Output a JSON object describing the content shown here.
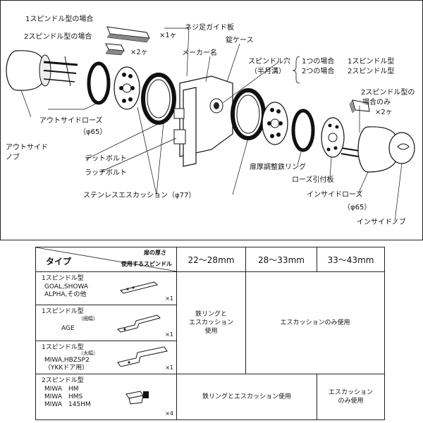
{
  "labels": {
    "one_spindle_case": "1スピンドル型の場合",
    "two_spindle_case": "2スピンドル型の場合",
    "qty_one": "×1ヶ",
    "qty_two": "×2ヶ",
    "screw_guide_plate": "ネジ足ガイド板",
    "maker_name": "メーカー名",
    "lock_case": "錠ケース",
    "spindle_hole": "スピンドル穴",
    "half_moon_groove": "（半月溝）",
    "one_case": "1つの場合",
    "two_case": "2つの場合",
    "one_spindle_type": "1スピンドル型",
    "two_spindle_type": "2スピンドル型",
    "two_spindle_only_1": "2スピンドル型の",
    "two_spindle_only_2": "場合のみ",
    "qty_two_right": "×2ヶ",
    "outside_rose": "アウトサイドローズ",
    "outside_rose_dia": "（φ65）",
    "outside_knob_1": "アウトサイド",
    "outside_knob_2": "ノブ",
    "dead_bolt": "デットボルト",
    "latch_bolt": "ラッチボルト",
    "stainless_escutcheon": "ステンレスエスカッション（φ77）",
    "door_thickness_ring": "扉厚調整鉄リング",
    "rose_plate": "ローズ引付板",
    "inside_rose": "インサイドローズ",
    "inside_rose_dia": "（φ65）",
    "inside_knob": "インサイドノブ"
  },
  "table": {
    "col_type": "タイプ",
    "col_door_thickness": "扉の厚さ",
    "col_spindle_used": "使用するスピンドル",
    "ranges": [
      "22〜28mm",
      "28〜33mm",
      "33〜43mm"
    ],
    "rows": [
      {
        "type": "1スピンドル型",
        "sub": "",
        "brands": [
          "GOAL,SHOWA",
          "ALPHA,その他"
        ],
        "qty": "×1"
      },
      {
        "type": "1スピンドル型",
        "sub": "（細幅）",
        "brands": [
          "AGE"
        ],
        "qty": "×1"
      },
      {
        "type": "1スピンドル型",
        "sub": "（太幅）",
        "brands": [
          "MIWA,HBZSP2",
          "（YKKドア用）"
        ],
        "qty": "×1"
      },
      {
        "type": "2スピンドル型",
        "sub": "",
        "brands": [
          "MIWA　HM",
          "MIWA　HMS",
          "MIWA　145HM"
        ],
        "qty": "×4"
      }
    ],
    "one_spindle_first_range": [
      "鉄リングと",
      "エスカッション",
      "使用"
    ],
    "one_spindle_rest": "エスカッションのみ使用",
    "two_spindle_first": "鉄リングとエスカッション使用",
    "two_spindle_last": [
      "エスカッション",
      "のみ使用"
    ]
  }
}
